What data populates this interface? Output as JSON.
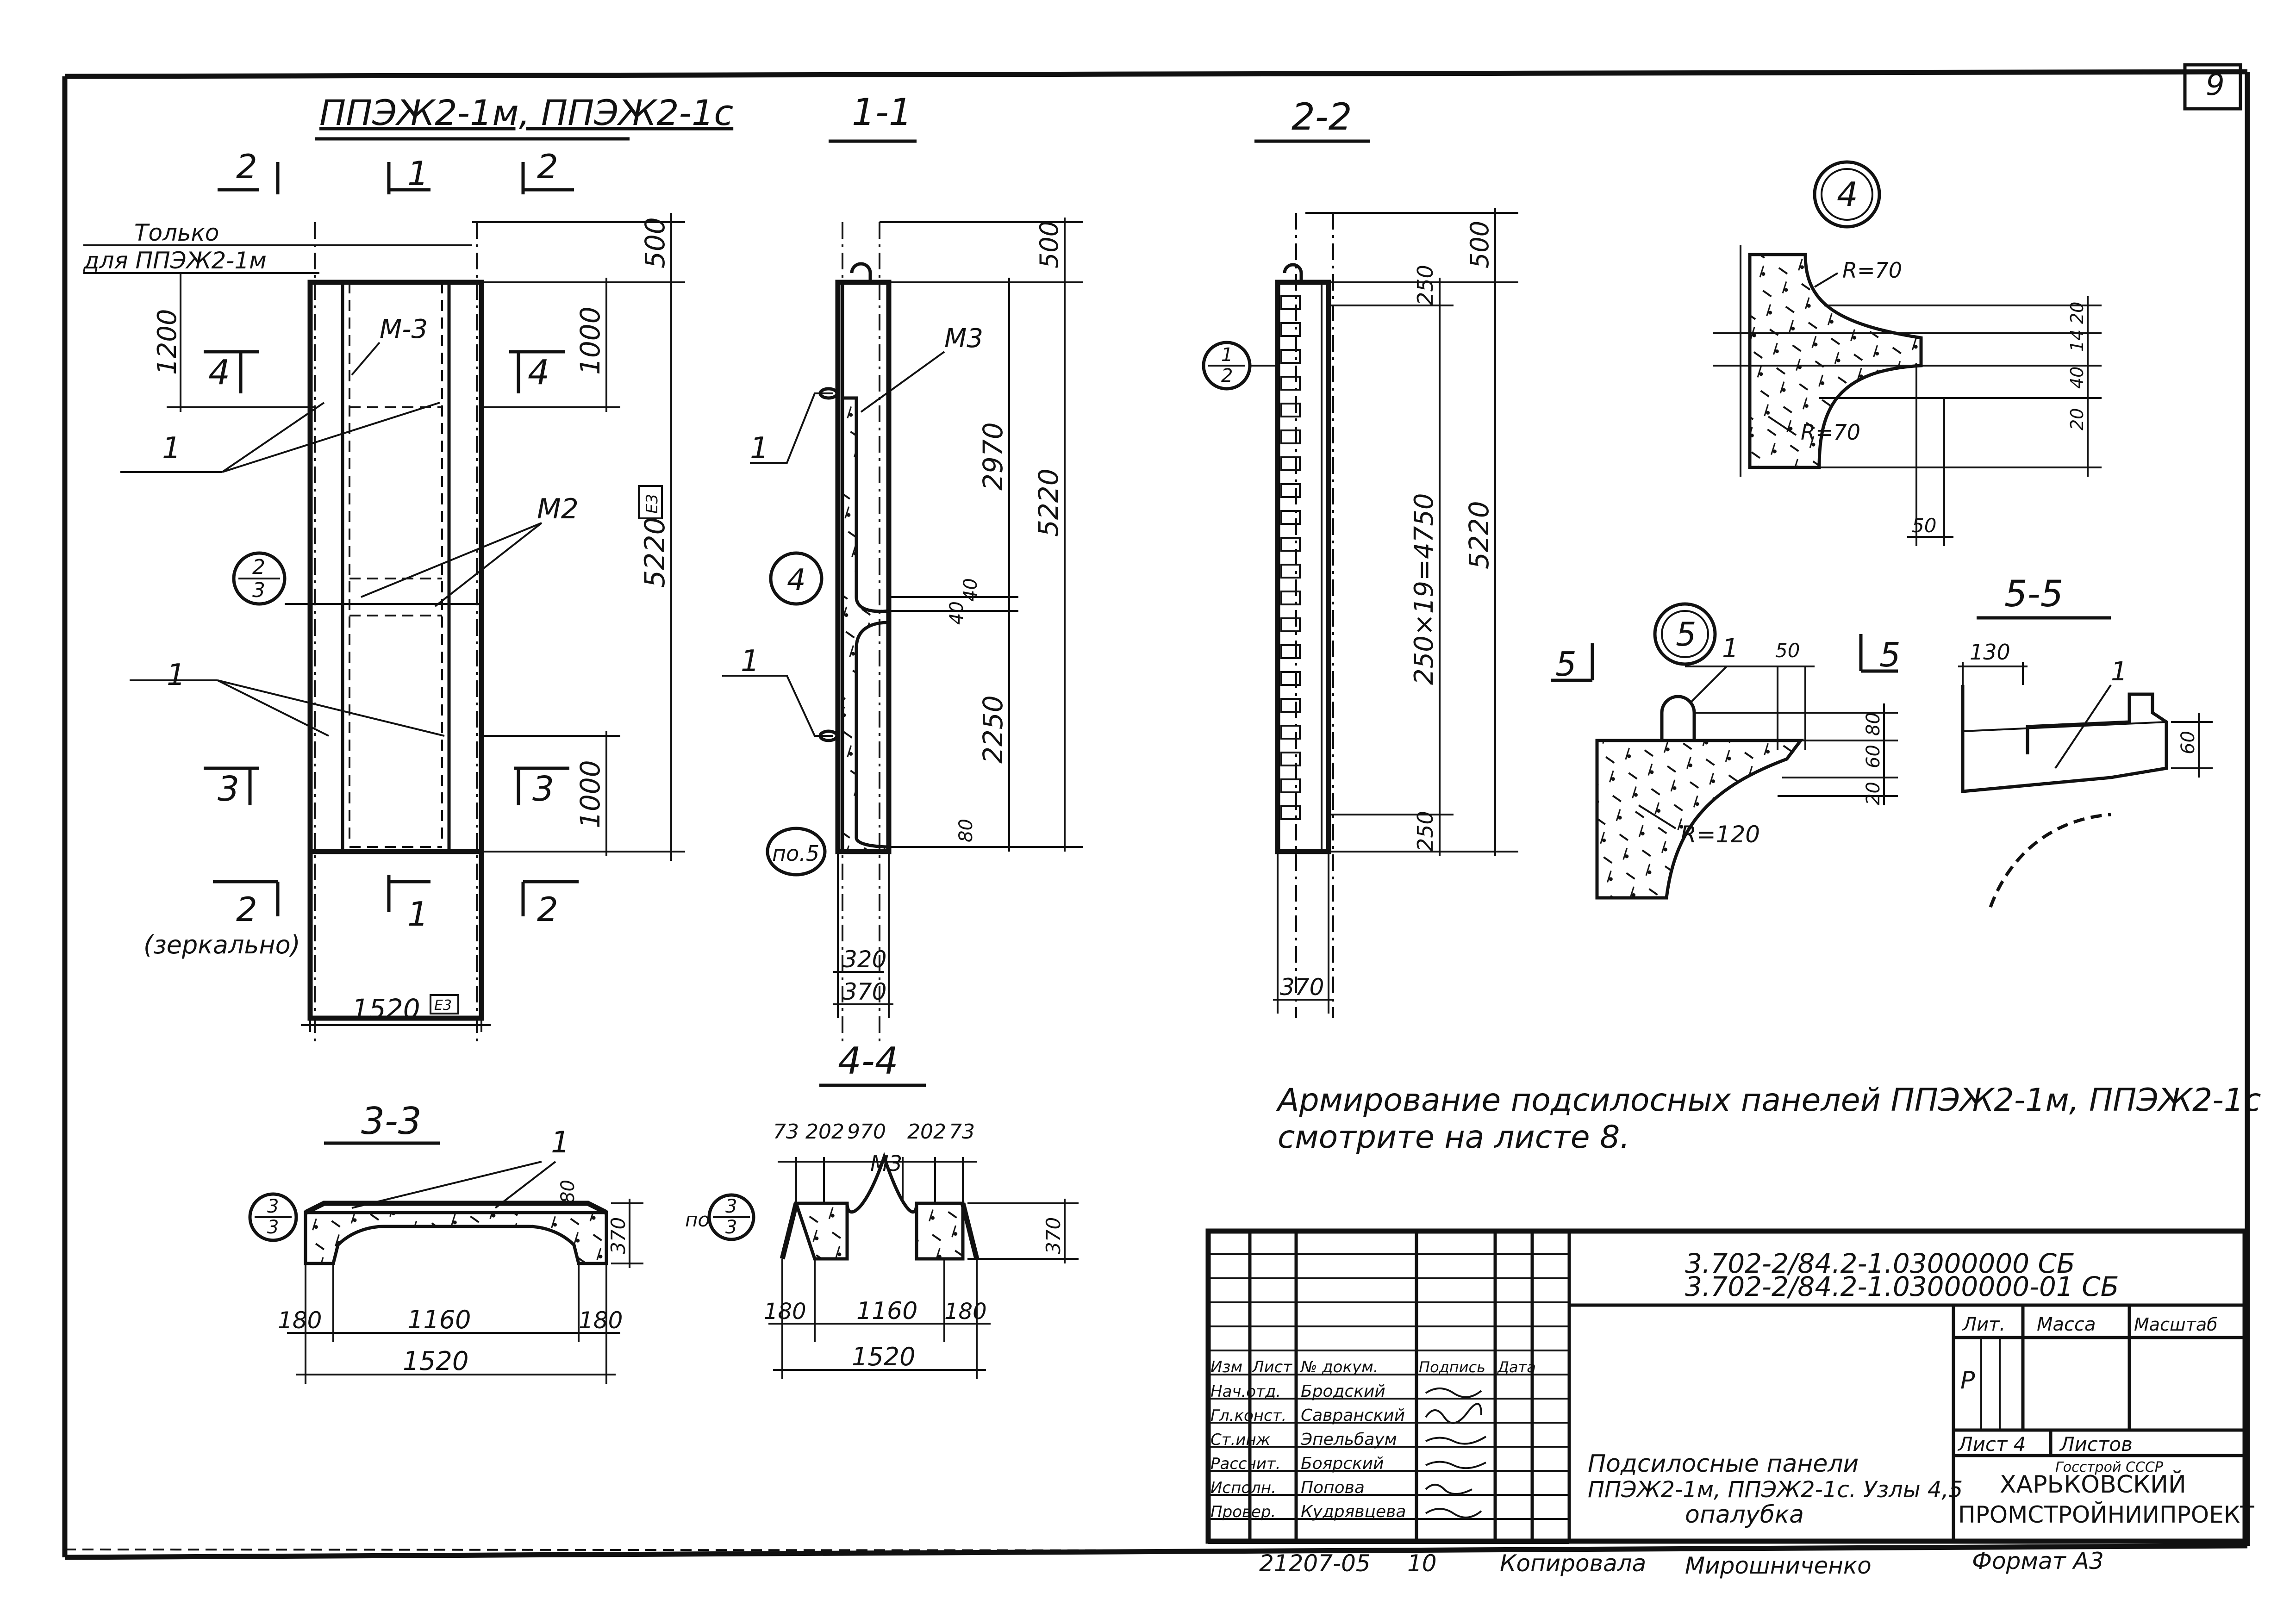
{
  "sheet_number": "9",
  "views": {
    "main_title": "ППЭЖ2-1м, ППЭЖ2-1с",
    "section_11": "1-1",
    "section_22": "2-2",
    "section_33": "3-3",
    "section_44": "4-4",
    "section_55": "5-5",
    "node4": "4",
    "node5": "5"
  },
  "main": {
    "cut2_top": "2",
    "cut1_top": "1",
    "cut2b_top": "2",
    "note_only": "Только",
    "note_for": "для ППЭЖ2-1м",
    "dim_500": "500",
    "dim_1200": "1200",
    "dim_1000a": "1000",
    "dim_5220": "5220",
    "dim_5220_mark": "Е3",
    "dim_1000b": "1000",
    "dim_1520": "1520",
    "dim_1520_mark": "Е3",
    "cut4_l": "4",
    "cut4_r": "4",
    "cut3_l": "3",
    "cut3_r": "3",
    "cut2_bot": "2",
    "cut1_bot": "1",
    "cut2b_bot": "2",
    "mirror": "(зеркально)",
    "m3": "М-3",
    "m2": "М2",
    "pos1a": "1",
    "pos1b": "1",
    "node_ref_num": "2",
    "node_ref_den": "3"
  },
  "s11": {
    "dim_500": "500",
    "dim_2970": "2970",
    "dim_5220": "5220",
    "dim_40a": "40",
    "dim_40b": "40",
    "dim_2250": "2250",
    "dim_80": "80",
    "dim_320": "320",
    "dim_370": "370",
    "m3": "М3",
    "pos1a": "1",
    "pos1b": "1",
    "node4": "4",
    "node5": "по.5"
  },
  "s22": {
    "dim_500": "500",
    "dim_250a": "250",
    "dim_250x19": "250×19=4750",
    "dim_5220": "5220",
    "dim_250b": "250",
    "dim_370": "370",
    "ref_num": "1",
    "ref_den": "2"
  },
  "n4": {
    "r1": "R=70",
    "r2": "R=70",
    "d1": "20",
    "d2": "40",
    "d3": "14",
    "d4": "20",
    "d5": "50"
  },
  "n5": {
    "cut_l": "5",
    "cut_r": "5",
    "pos1": "1",
    "d50": "50",
    "d80": "80",
    "d60": "60",
    "d20": "20",
    "r": "R=120"
  },
  "s55": {
    "d130": "130",
    "pos1": "1",
    "d60": "60"
  },
  "s33": {
    "ref_num": "3",
    "ref_den": "3",
    "pos1": "1",
    "d80": "80",
    "d370": "370",
    "d180a": "180",
    "d1160": "1160",
    "d180b": "180",
    "d1520": "1520"
  },
  "s44": {
    "prefix": "по",
    "ref_num": "3",
    "ref_den": "3",
    "d73a": "73",
    "d202a": "202",
    "d970": "970",
    "d202b": "202",
    "d73b": "73",
    "m3": "М3",
    "d370": "370",
    "d180a": "180",
    "d1160": "1160",
    "d180b": "180",
    "d1520": "1520"
  },
  "note": {
    "line1": "Армирование подсилосных панелей ППЭЖ2-1м, ППЭЖ2-1с",
    "line2": "смотрите на листе 8."
  },
  "stamp": {
    "code1": "3.702-2/84.2-1.03000000 СБ",
    "code2": "3.702-2/84.2-1.03000000-01 СБ",
    "hdr_izm": "Изм",
    "hdr_list": "Лист",
    "hdr_doc": "№ докум.",
    "hdr_sign": "Подпись",
    "hdr_date": "Дата",
    "roles": [
      "Нач.отд.",
      "Гл.конст.",
      "Ст.инж",
      "Рассчит.",
      "Исполн.",
      "Провер."
    ],
    "names": [
      "Бродский",
      "Савранский",
      "Эпельбаум",
      "Боярский",
      "Попова",
      "Кудрявцева"
    ],
    "lit": "Лит.",
    "mass": "Масса",
    "scale": "Масштаб",
    "stage": "Р",
    "sheet": "Лист 4",
    "sheets": "Листов",
    "doc_title1": "Подсилосные панели",
    "doc_title2": "ППЭЖ2-1м, ППЭЖ2-1с. Узлы 4,5",
    "doc_title3": "опалубка",
    "org_small": "Госстрой СССР",
    "org1": "ХАРЬКОВСКИЙ",
    "org2": "ПРОМСТРОЙНИИПРОЕКТ"
  },
  "footer": {
    "inv": "21207-05",
    "sheet": "10",
    "copied": "Копировала",
    "copier": "Мирошниченко",
    "format": "Формат А3"
  }
}
